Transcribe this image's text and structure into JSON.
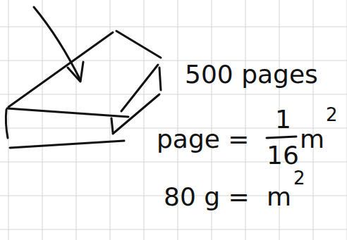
{
  "diagram": {
    "labels": [
      "500 pages",
      "page =",
      "1",
      "16",
      "m",
      "2",
      "80 g =",
      "m",
      "2"
    ]
  }
}
